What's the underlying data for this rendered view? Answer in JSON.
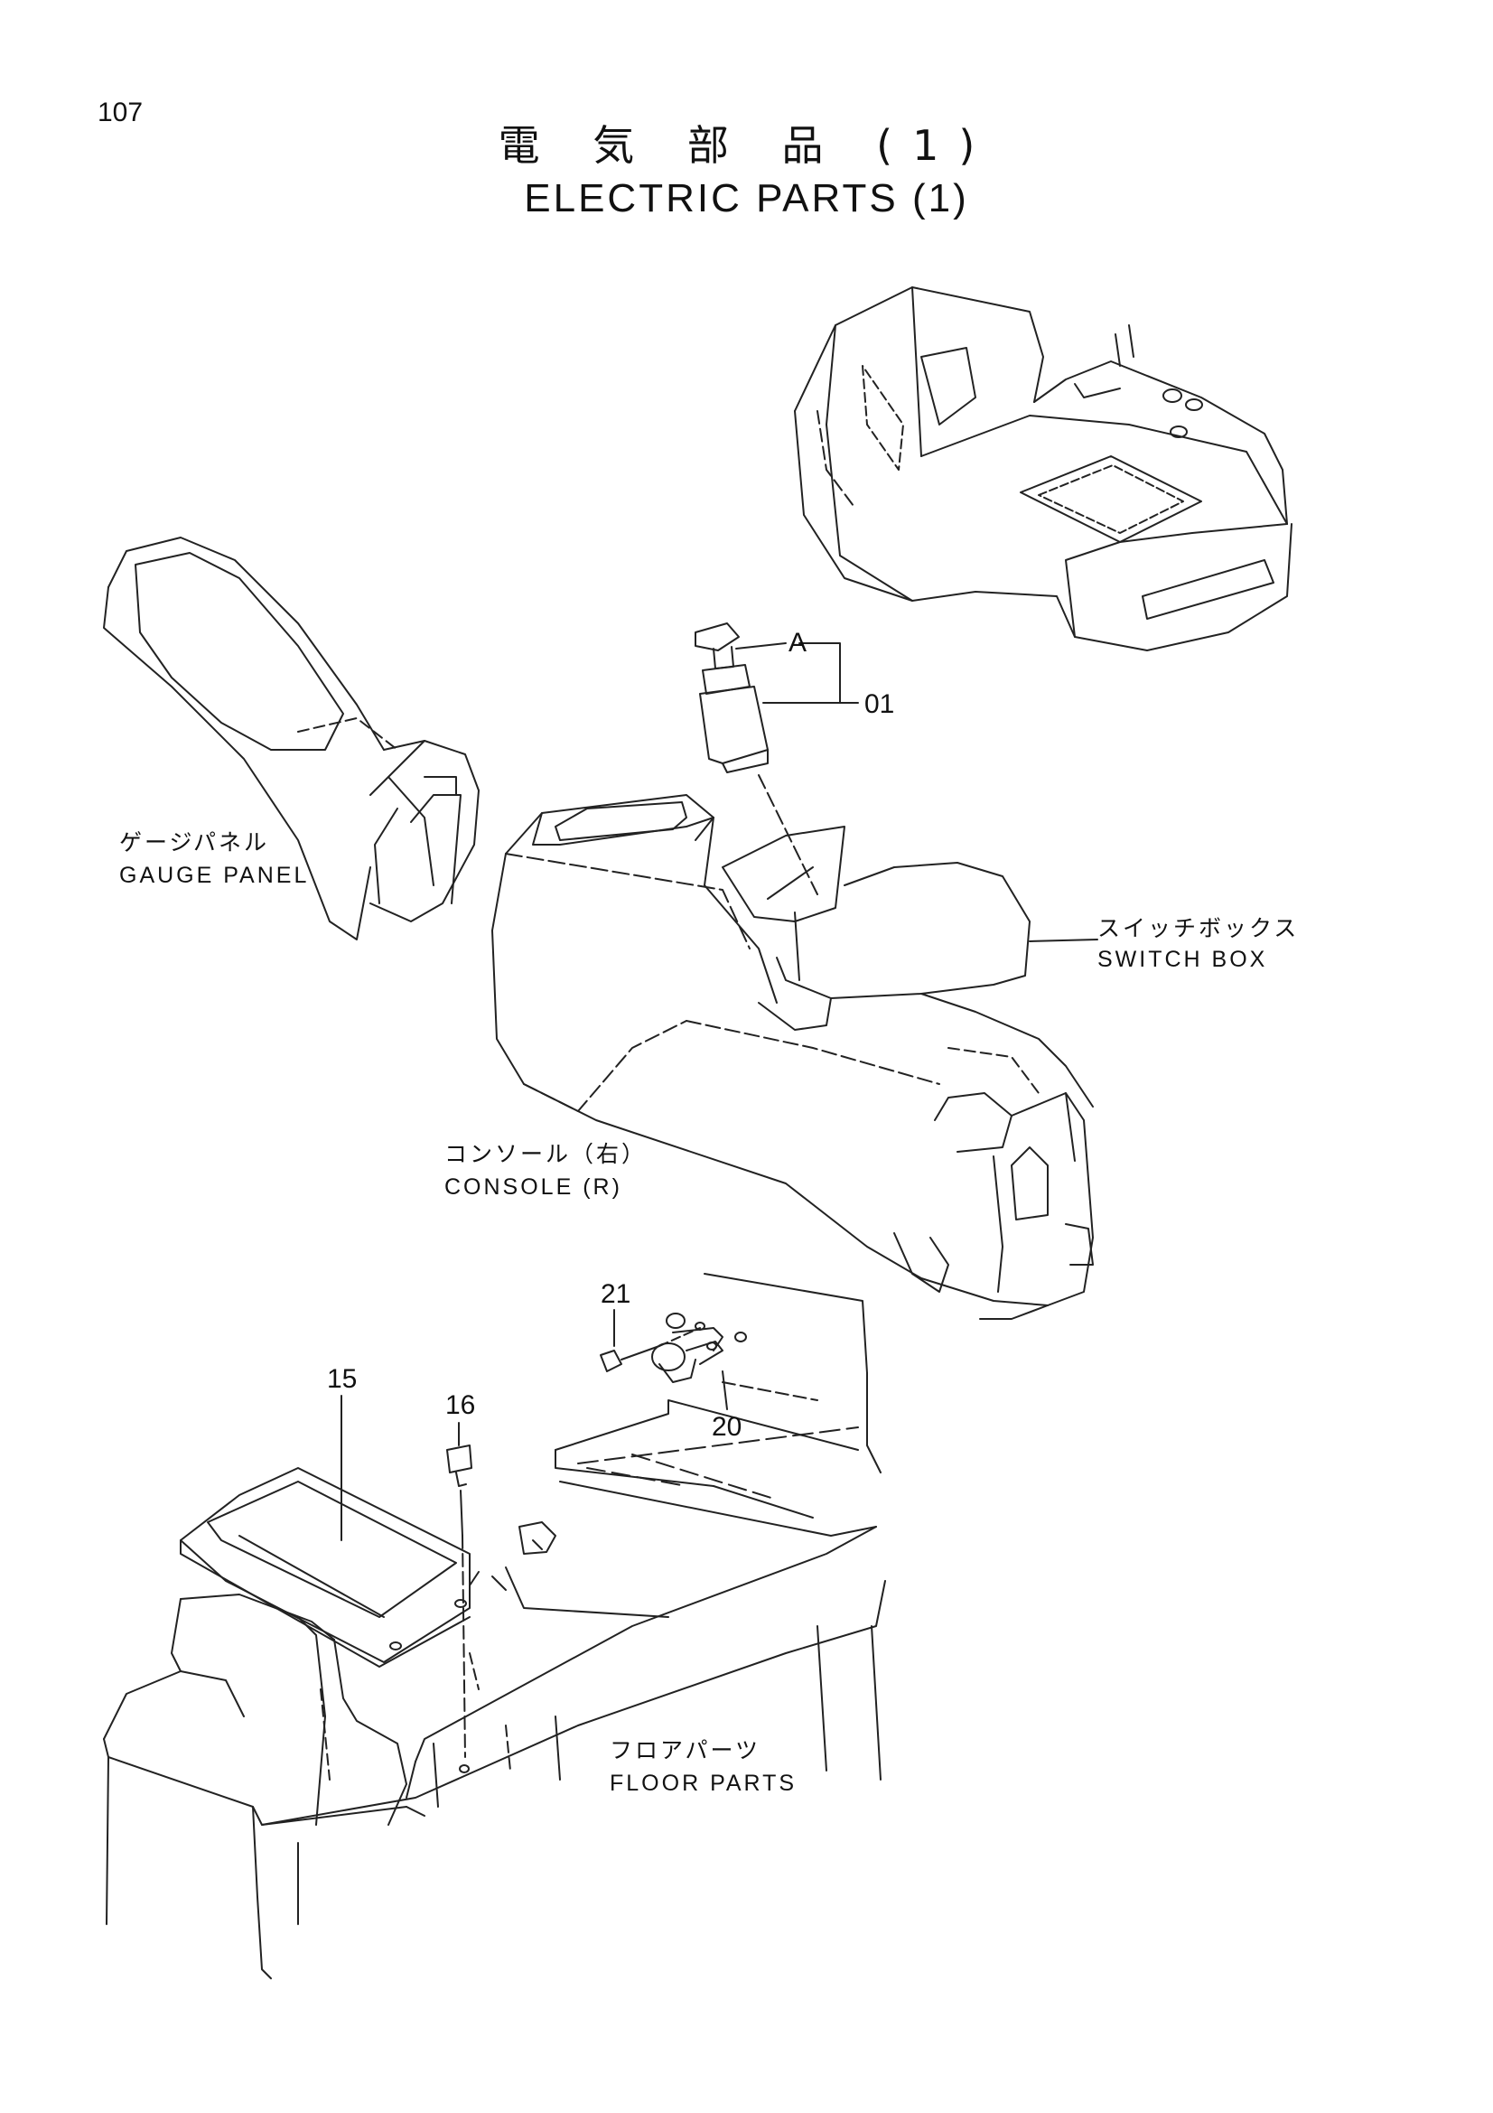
{
  "page_number": "107",
  "title_jp": "電 気 部 品 (1)",
  "title_en": "ELECTRIC PARTS (1)",
  "labels": {
    "gauge_panel_jp": "ゲージパネル",
    "gauge_panel_en": "GAUGE PANEL",
    "switch_box_jp": "スイッチボックス",
    "switch_box_en": "SWITCH BOX",
    "console_jp": "コンソール（右）",
    "console_en": "CONSOLE (R)",
    "floor_parts_jp": "フロアパーツ",
    "floor_parts_en": "FLOOR PARTS"
  },
  "callouts": {
    "a": "A",
    "p01": "01",
    "p15": "15",
    "p16": "16",
    "p20": "20",
    "p21": "21"
  }
}
